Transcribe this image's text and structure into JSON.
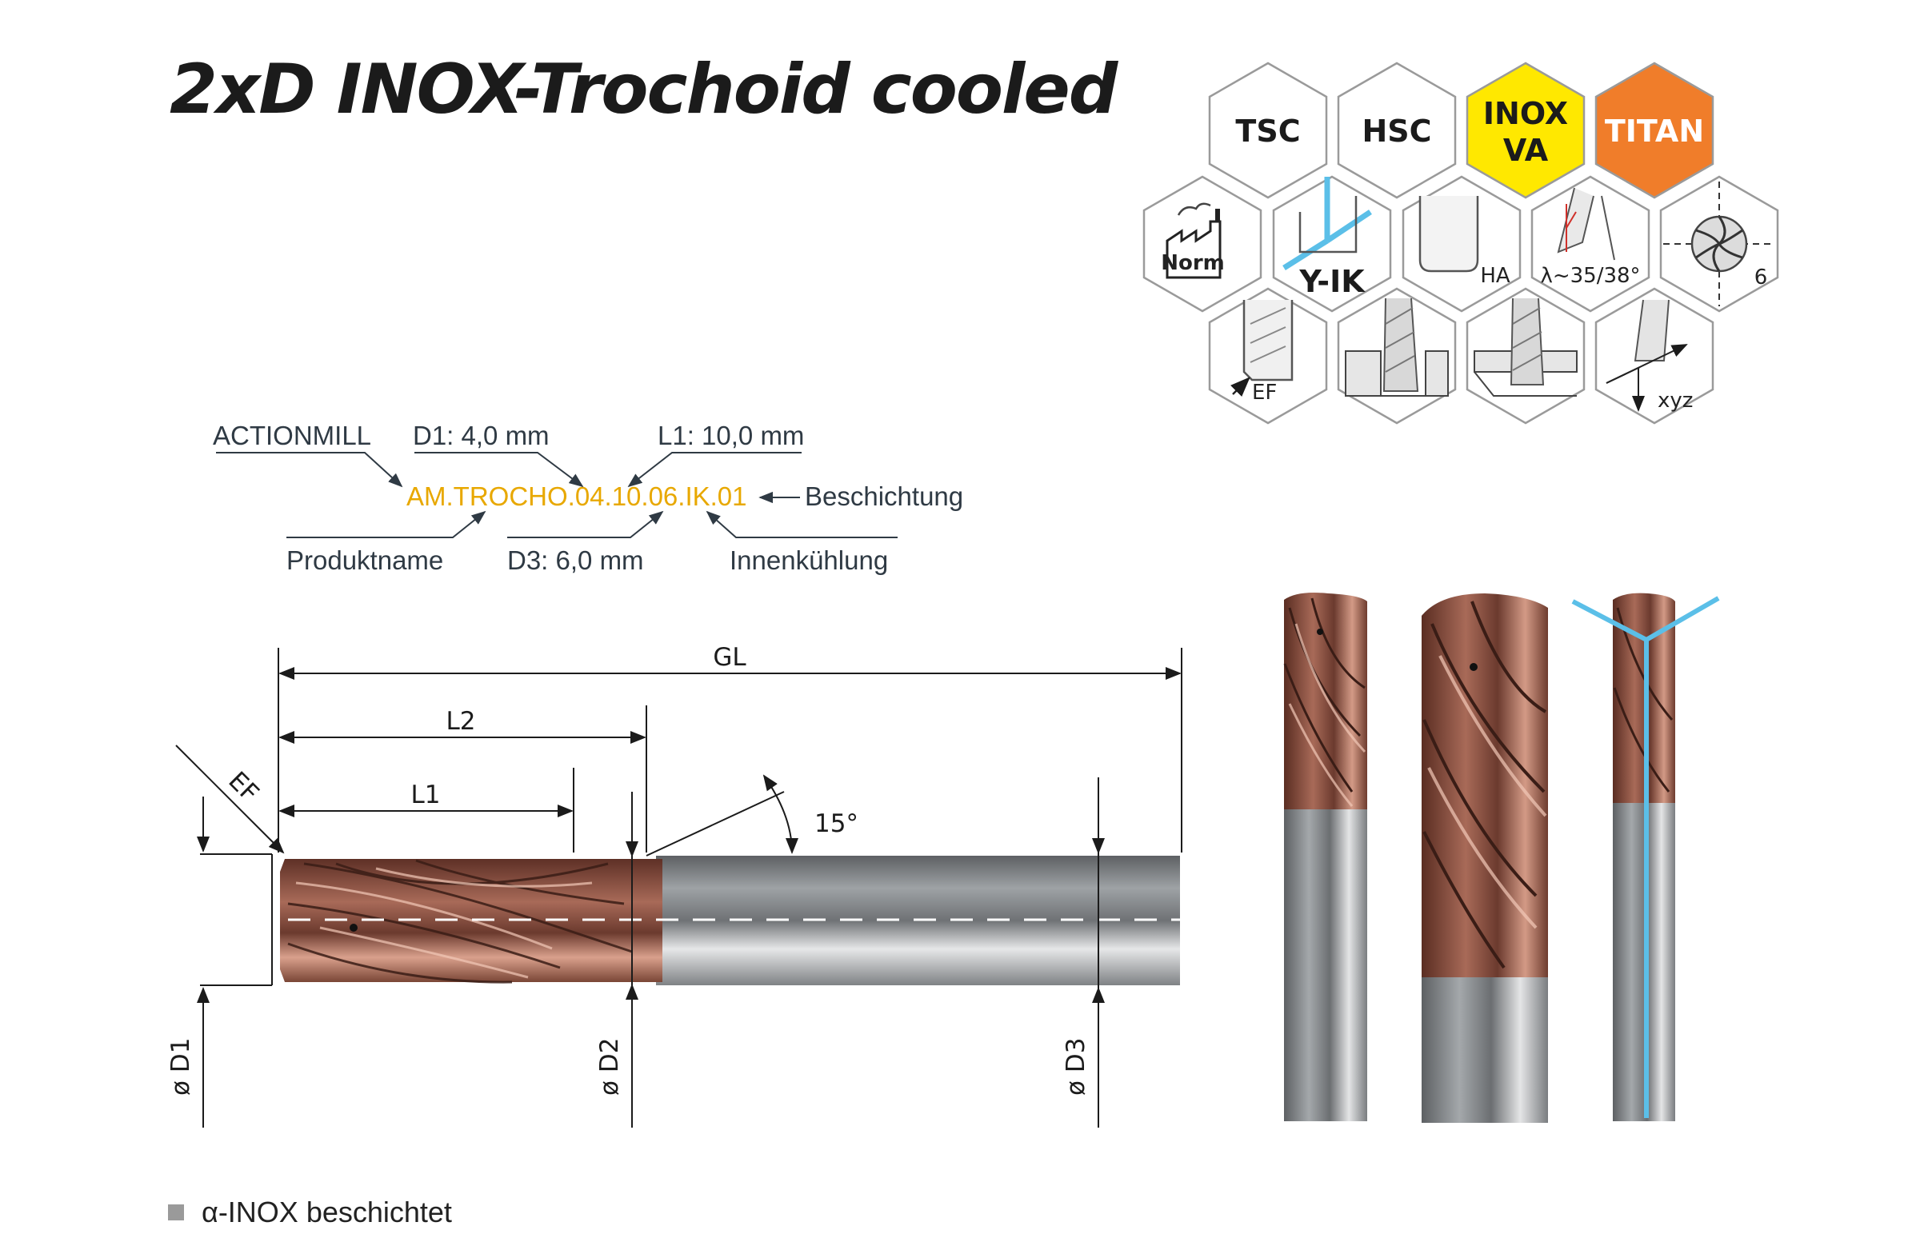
{
  "title": "2xD INOX-Trochoid cooled",
  "icons": {
    "row1": [
      "TSC",
      "HSC",
      "INOX",
      "VA",
      "TITAN"
    ],
    "norm": "Norm",
    "yik": "Y-IK",
    "ha": "HA",
    "helix": "λ~35/38°",
    "flutes": "6",
    "ef": "EF",
    "xyz": "xyz",
    "colors": {
      "inox_va": "#ffe800",
      "titan": "#f07d2a",
      "cooling": "#5bbfe8"
    },
    "icon_names": [
      "factory-norm-icon",
      "y-cooling-icon",
      "shank-ha-icon",
      "helix-angle-icon",
      "flute-count-icon",
      "corner-chamfer-icon",
      "slotting-icon",
      "pocketing-icon",
      "3d-milling-icon"
    ]
  },
  "code": {
    "product_code": "AM.TROCHO.04.10.06.IK.01",
    "brand": "ACTIONMILL",
    "d1": "D1: 4,0 mm",
    "l1": "L1: 10,0 mm",
    "coating": "Beschichtung",
    "product_name": "Produktname",
    "d3": "D3: 6,0 mm",
    "cooling": "Innenkühlung"
  },
  "drawing": {
    "gl": "GL",
    "l2": "L2",
    "l1": "L1",
    "ef": "EF",
    "angle": "15°",
    "d1": "ø D1",
    "d2": "ø D2",
    "d3": "ø D3"
  },
  "legend": {
    "text": "α-INOX beschichtet",
    "color": "#9a9a9a"
  },
  "colors": {
    "coating": "#8a4e3e",
    "shank": "#8f9294",
    "accent": "#e8a800"
  }
}
